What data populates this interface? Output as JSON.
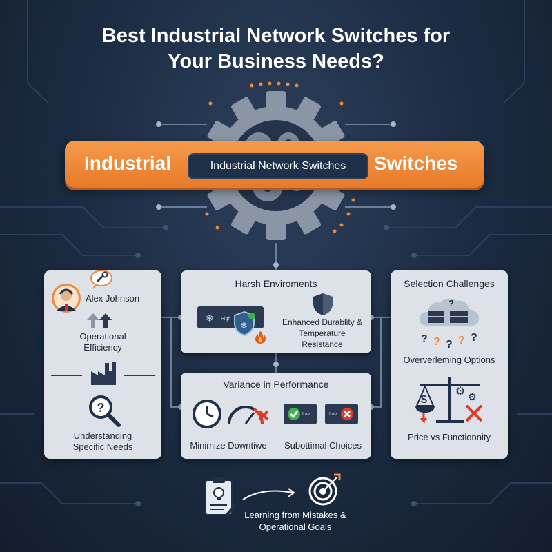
{
  "title": {
    "line1": "Best Industrial Network Switches for",
    "line2": "Your Business Needs?"
  },
  "banner": {
    "left": "Industrial",
    "center": "Industrial Network Switches",
    "right": "Switches"
  },
  "left_panel": {
    "person_name": "Alex Johnson",
    "efficiency_label": "Operational Efficiency",
    "needs_label": "Understanding Specific Needs"
  },
  "harsh_panel": {
    "title": "Harsh Enviroments",
    "device_tag": "High",
    "durability_label": "Enhanced Durablity & Temperature Resistance"
  },
  "variance_panel": {
    "title": "Variance in Performance",
    "downtime_label": "Minimize Downtiwe",
    "choices_label": "Subottimal Choices",
    "tag_good": "Lav",
    "tag_bad": "Lav"
  },
  "selection_panel": {
    "title": "Selection Challenges",
    "options_label": "Oververleming Options",
    "price_label": "Price vs Functionnity"
  },
  "bottom": {
    "label": "Learning from Mistakes & Operational Goals"
  },
  "colors": {
    "background": "#1b2a40",
    "accent_orange": "#f08a3a",
    "panel": "#dde2e8",
    "dark_navy": "#1f3049",
    "gear_grey": "#8a96a6",
    "red": "#e03a2a",
    "green": "#3cb34a"
  },
  "icons": [
    "gear-icon",
    "person-icon",
    "wrench-icon",
    "arrow-up-icon",
    "factory-icon",
    "magnifier-question-icon",
    "shield-icon",
    "snowflake-icon",
    "fire-icon",
    "clock-icon",
    "speedometer-icon",
    "server-cloud-icon",
    "question-mark-icon",
    "scale-icon",
    "clipboard-lightbulb-icon",
    "target-icon"
  ]
}
